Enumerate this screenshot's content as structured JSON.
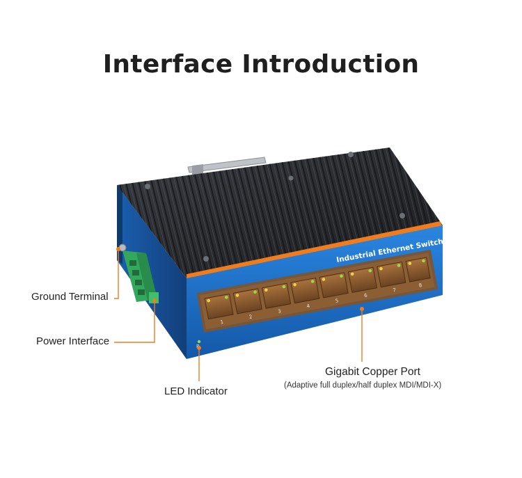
{
  "title": "Interface Introduction",
  "device": {
    "panel_text": "Industrial Ethernet Switch",
    "port_numbers": [
      "1",
      "2",
      "3",
      "4",
      "5",
      "6",
      "7",
      "8"
    ],
    "led_label": "P"
  },
  "callouts": {
    "ground_terminal": "Ground Terminal",
    "power_interface": "Power Interface",
    "led_indicator": "LED Indicator",
    "gigabit_port": "Gigabit Copper Port",
    "gigabit_port_detail": "(Adaptive full duplex/half duplex MDI/MDI-X)"
  },
  "colors": {
    "accent": "#f07c1e",
    "panel_blue": "#1f6fc7",
    "heatsink": "#2b2e33",
    "terminal_green": "#3fbf6a"
  }
}
